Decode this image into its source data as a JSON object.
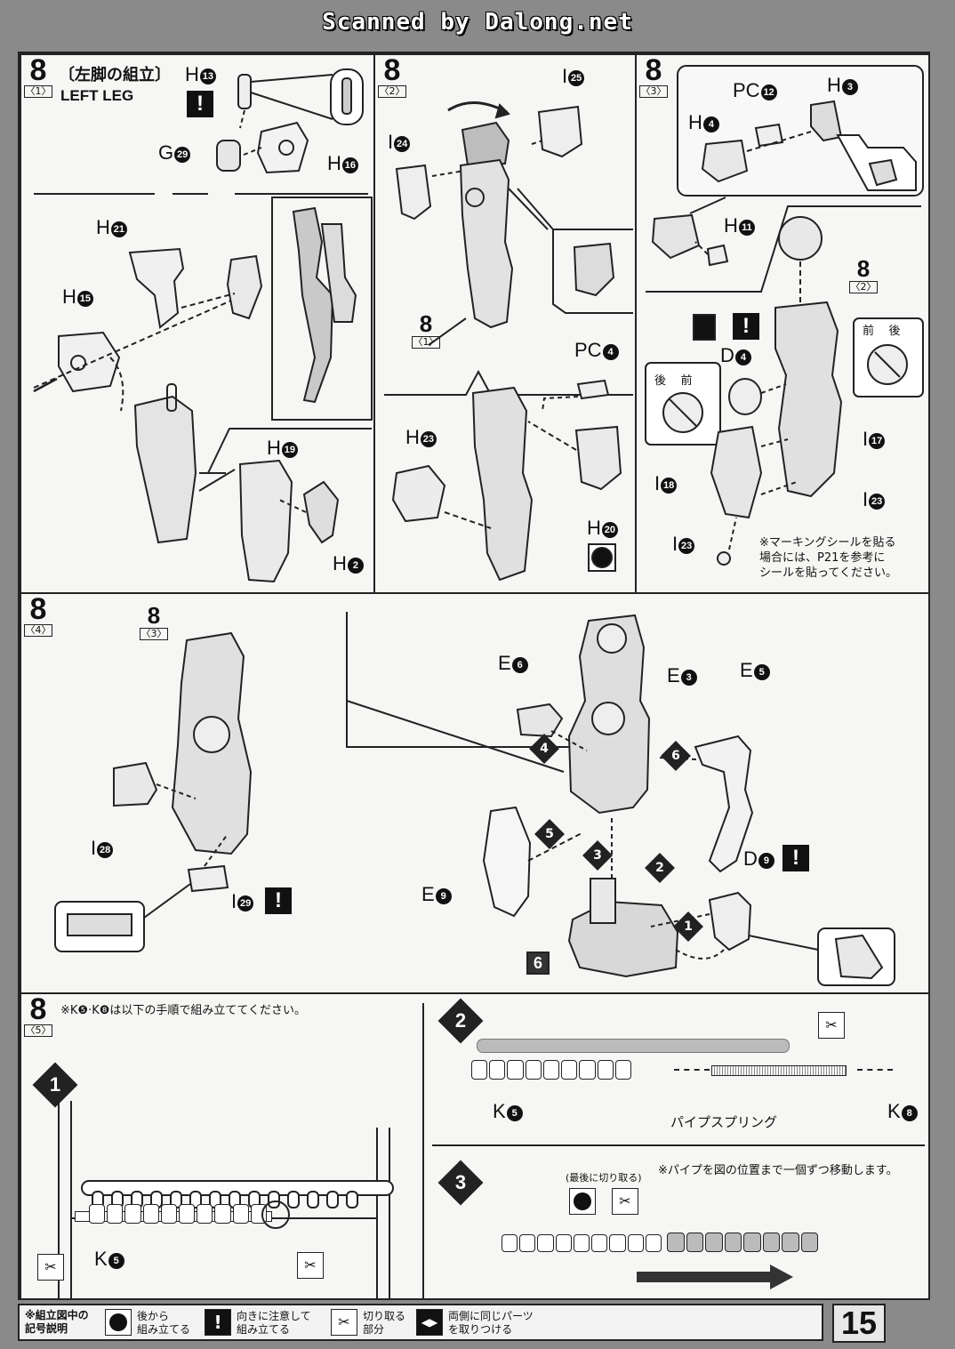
{
  "header": "Scanned by Dalong.net",
  "page_number": "15",
  "step_main": "8",
  "p1": {
    "sub": "〈1〉",
    "title_jp": "〔左脚の組立〕",
    "title_en": "LEFT LEG",
    "labels": {
      "h13": "H",
      "h13n": "13",
      "g29": "G",
      "g29n": "29",
      "h16": "H",
      "h16n": "16",
      "h21": "H",
      "h21n": "21",
      "h15": "H",
      "h15n": "15",
      "h19": "H",
      "h19n": "19",
      "h2": "H",
      "h2n": "2"
    }
  },
  "p2": {
    "sub": "〈2〉",
    "ref_num": "8",
    "ref_sub": "〈1〉",
    "labels": {
      "i25": "I",
      "i25n": "25",
      "i24": "I",
      "i24n": "24",
      "pc4": "PC",
      "pc4n": "4",
      "h23": "H",
      "h23n": "23",
      "h20": "H",
      "h20n": "20"
    }
  },
  "p3": {
    "sub": "〈3〉",
    "ref_num": "8",
    "ref_sub": "〈2〉",
    "labels": {
      "pc12": "PC",
      "pc12n": "12",
      "h3": "H",
      "h3n": "3",
      "h4": "H",
      "h4n": "4",
      "h11": "H",
      "h11n": "11",
      "d4": "D",
      "d4n": "4",
      "i17": "I",
      "i17n": "17",
      "i18": "I",
      "i18n": "18",
      "i23a": "I",
      "i23an": "23",
      "i23b": "I",
      "i23bn": "23"
    },
    "front_back_1": [
      "後",
      "前"
    ],
    "front_back_2": [
      "前",
      "後"
    ],
    "note": [
      "※マーキングシールを貼る",
      "場合には、P21を参考に",
      "シールを貼ってください。"
    ]
  },
  "p4": {
    "sub": "〈4〉",
    "ref_num": "8",
    "ref_sub": "〈3〉",
    "labels": {
      "i28": "I",
      "i28n": "28",
      "i29": "I",
      "i29n": "29",
      "e6": "E",
      "e6n": "6",
      "e3": "E",
      "e3n": "3",
      "e5": "E",
      "e5n": "5",
      "e9": "E",
      "e9n": "9",
      "d9": "D",
      "d9n": "9",
      "part6": "6"
    },
    "order": [
      "1",
      "2",
      "3",
      "4",
      "5",
      "6"
    ]
  },
  "p5": {
    "sub": "〈5〉",
    "note": "※K❺·K❽は以下の手順で組み立ててください。",
    "step1": "1",
    "step2": "2",
    "step3": "3",
    "k5": "K",
    "k5n": "5",
    "k8": "K",
    "k8n": "8",
    "spring": "パイプスプリング",
    "move_note": "※パイプを図の位置まで一個ずつ移動します。",
    "last_cut": "(最後に切り取る)"
  },
  "legend": {
    "title": [
      "※組立図中の",
      "記号説明"
    ],
    "items": [
      {
        "text": [
          "後から",
          "組み立てる"
        ]
      },
      {
        "text": [
          "向きに注意して",
          "組み立てる"
        ]
      },
      {
        "text": [
          "切り取る",
          "部分"
        ]
      },
      {
        "text": [
          "両側に同じパーツ",
          "を取りつける"
        ]
      }
    ]
  }
}
